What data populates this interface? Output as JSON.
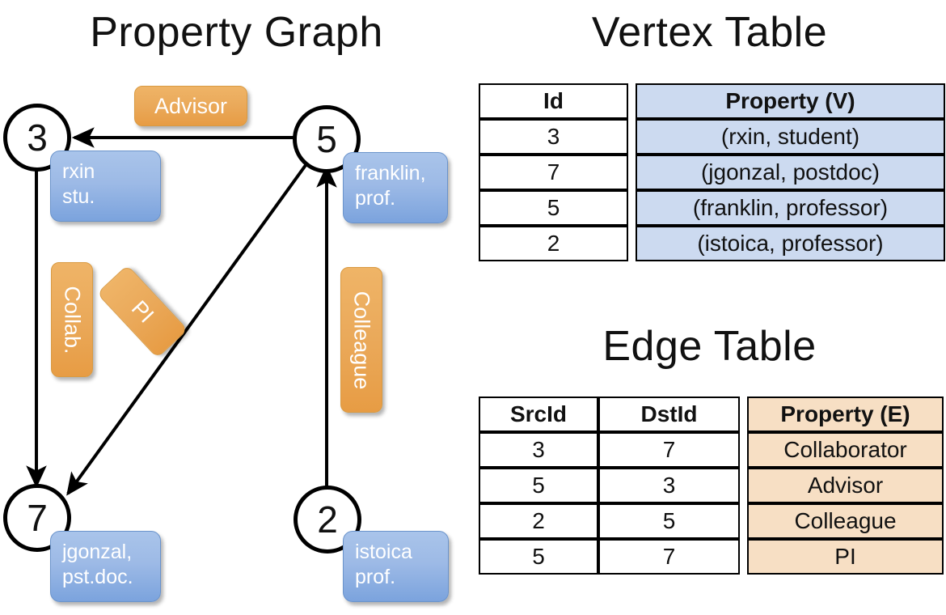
{
  "titles": {
    "property_graph": "Property Graph",
    "vertex_table": "Vertex Table",
    "edge_table": "Edge Table"
  },
  "graph": {
    "nodes": [
      {
        "id": "3",
        "label": "3",
        "property_lines": [
          "rxin",
          "stu."
        ]
      },
      {
        "id": "5",
        "label": "5",
        "property_lines": [
          "franklin,",
          "prof."
        ]
      },
      {
        "id": "7",
        "label": "7",
        "property_lines": [
          "jgonzal,",
          "pst.doc."
        ]
      },
      {
        "id": "2",
        "label": "2",
        "property_lines": [
          "istoica",
          "prof."
        ]
      }
    ],
    "edge_labels": [
      {
        "id": "advisor",
        "text": "Advisor"
      },
      {
        "id": "collab",
        "text": "Collab."
      },
      {
        "id": "pi",
        "text": "PI"
      },
      {
        "id": "colleague",
        "text": "Colleague"
      }
    ]
  },
  "vertex_table": {
    "headers": [
      "Id",
      "Property (V)"
    ],
    "rows": [
      {
        "id": "3",
        "property": "(rxin, student)"
      },
      {
        "id": "7",
        "property": "(jgonzal, postdoc)"
      },
      {
        "id": "5",
        "property": "(franklin, professor)"
      },
      {
        "id": "2",
        "property": "(istoica, professor)"
      }
    ]
  },
  "edge_table": {
    "headers": [
      "SrcId",
      "DstId",
      "Property (E)"
    ],
    "rows": [
      {
        "src": "3",
        "dst": "7",
        "property": "Collaborator"
      },
      {
        "src": "5",
        "dst": "3",
        "property": "Advisor"
      },
      {
        "src": "2",
        "dst": "5",
        "property": "Colleague"
      },
      {
        "src": "5",
        "dst": "7",
        "property": "PI"
      }
    ]
  },
  "colors": {
    "vertex_property_fill": "#ccdaf0",
    "edge_property_fill": "#f7dfc4",
    "node_box_blue": "#9dbae6",
    "edge_label_orange": "#eaa95a",
    "stroke": "#000000",
    "background": "#ffffff"
  }
}
